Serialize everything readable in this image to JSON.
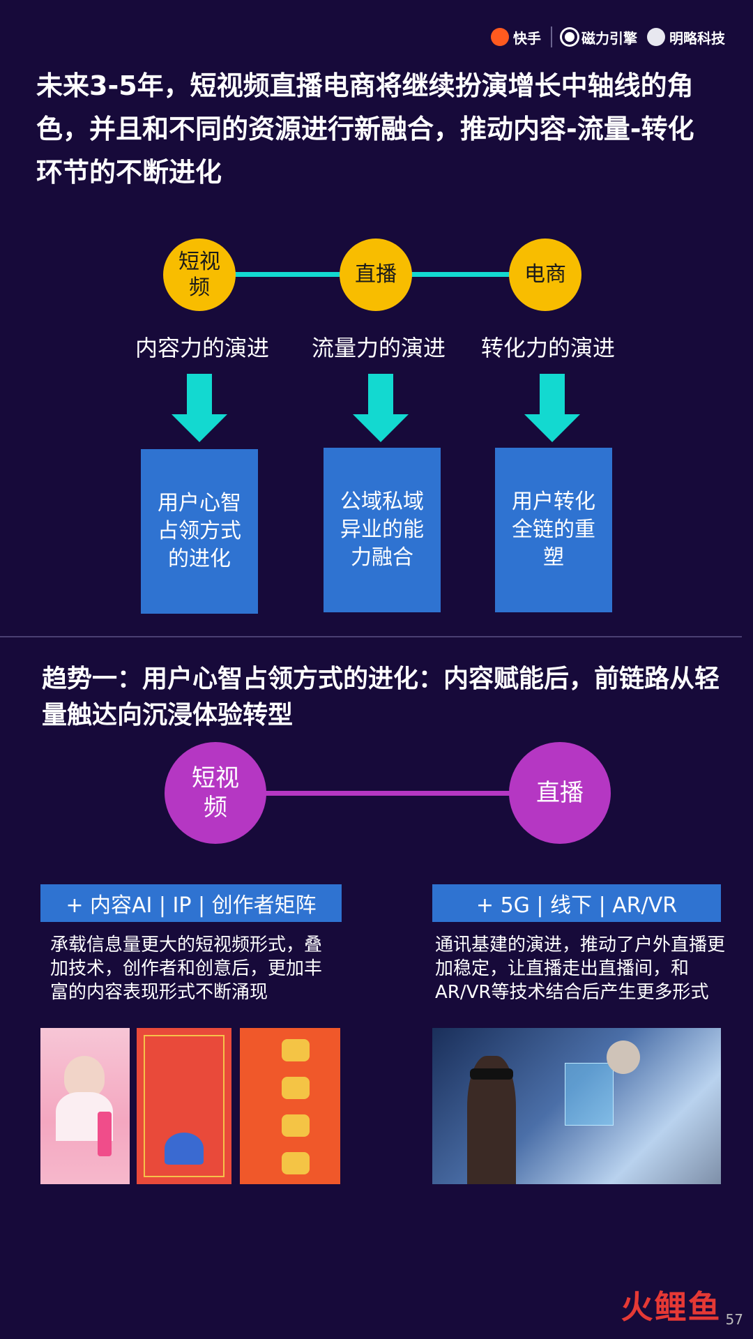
{
  "header": {
    "logos": [
      "快手",
      "磁力引擎",
      "明略科技"
    ]
  },
  "section1": {
    "title": "未来3-5年，短视频直播电商将继续扮演增长中轴线的角色，并且和不同的资源进行新融合，推动内容-流量-转化环节的不断进化",
    "nodes": [
      "短视\n频",
      "直播",
      "电商"
    ],
    "labels": [
      "内容力的演进",
      "流量力的演进",
      "转化力的演进"
    ],
    "boxes": [
      "用户心智\n占领方式\n的进化",
      "公域私域\n异业的能\n力融合",
      "用户转化\n全链的重\n塑"
    ]
  },
  "section2": {
    "title": "趋势一：用户心智占领方式的进化：内容赋能后，前链路从轻量触达向沉浸体验转型",
    "nodes": [
      "短视\n频",
      "直播"
    ],
    "left": {
      "tag": "+ 内容AI | IP | 创作者矩阵",
      "desc": "承载信息量更大的短视频形式，叠加技术，创作者和创意后，更加丰富的内容表现形式不断涌现"
    },
    "right": {
      "tag": "+ 5G | 线下 | AR/VR",
      "desc": "通讯基建的演进，推动了户外直播更加稳定，让直播走出直播间，和AR/VR等技术结合后产生更多形式"
    }
  },
  "footer": {
    "watermark": "火鲤鱼",
    "page": "57"
  },
  "colors": {
    "background": "#170a3a",
    "yellow": "#f8bd00",
    "teal": "#13d9d0",
    "blue": "#2f73d1",
    "purple": "#b537c3"
  }
}
